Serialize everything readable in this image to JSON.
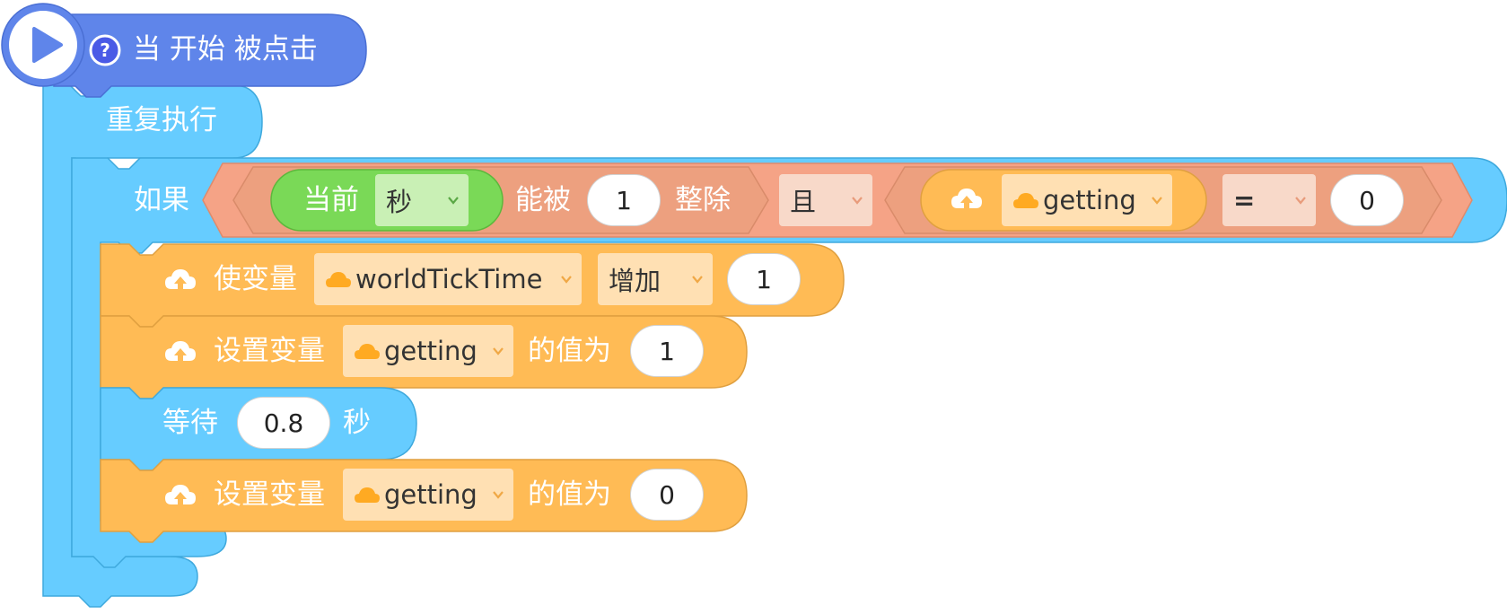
{
  "colors": {
    "hat": "#5f85ea",
    "hatDark": "#4a6fd4",
    "control": "#66ccff",
    "controlDark": "#3fa9dd",
    "operator": "#f5a386",
    "operatorInner": "#eda07f",
    "sensing": "#7ad957",
    "sensingDrop": "#c9f0b5",
    "variable": "#ffbb55",
    "variableDrop": "#ffe0b3",
    "eqDrop": "#f8d9c9",
    "cloud": "#ffaa22"
  },
  "hat": {
    "label": "当 开始 被点击",
    "help": "?"
  },
  "forever": {
    "label": "重复执行"
  },
  "if_block": {
    "label": "如果",
    "mod": {
      "current": "当前",
      "unit": "秒",
      "divisible_by": "能被",
      "divisor": "1",
      "divide": "整除"
    },
    "and": "且",
    "compare": {
      "var": "getting",
      "op": "=",
      "value": "0"
    }
  },
  "statements": [
    {
      "prefix": "使变量",
      "var": "worldTickTime",
      "op": "增加",
      "value": "1"
    },
    {
      "prefix": "设置变量",
      "var": "getting",
      "suffix": "的值为",
      "value": "1"
    },
    {
      "prefix": "等待",
      "value": "0.8",
      "suffix": "秒"
    },
    {
      "prefix": "设置变量",
      "var": "getting",
      "suffix": "的值为",
      "value": "0"
    }
  ]
}
